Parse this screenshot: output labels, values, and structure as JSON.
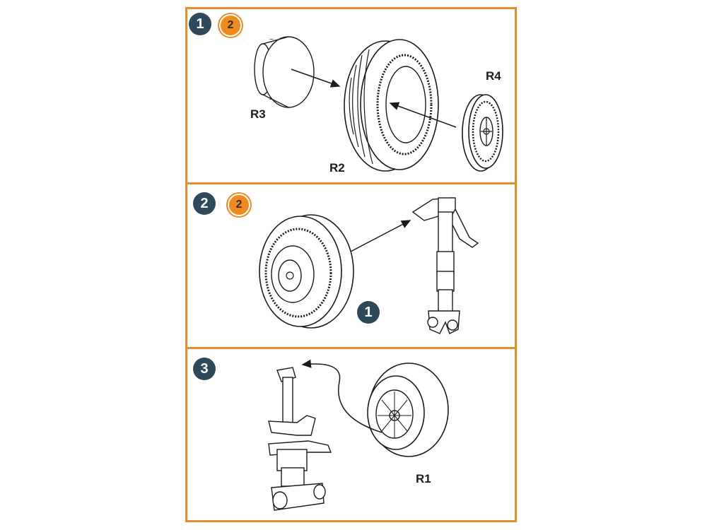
{
  "steps": [
    {
      "number": "1",
      "quantity": "2",
      "parts": [
        "R3",
        "R2",
        "R4"
      ]
    },
    {
      "number": "2",
      "quantity": "2",
      "subassembly_ref": "1"
    },
    {
      "number": "3",
      "parts": [
        "R1"
      ]
    }
  ],
  "colors": {
    "frame": "#e58f2a",
    "step_badge": "#2e4a5a",
    "quantity_badge": "#f08a1c",
    "line": "#1b1b1b"
  }
}
